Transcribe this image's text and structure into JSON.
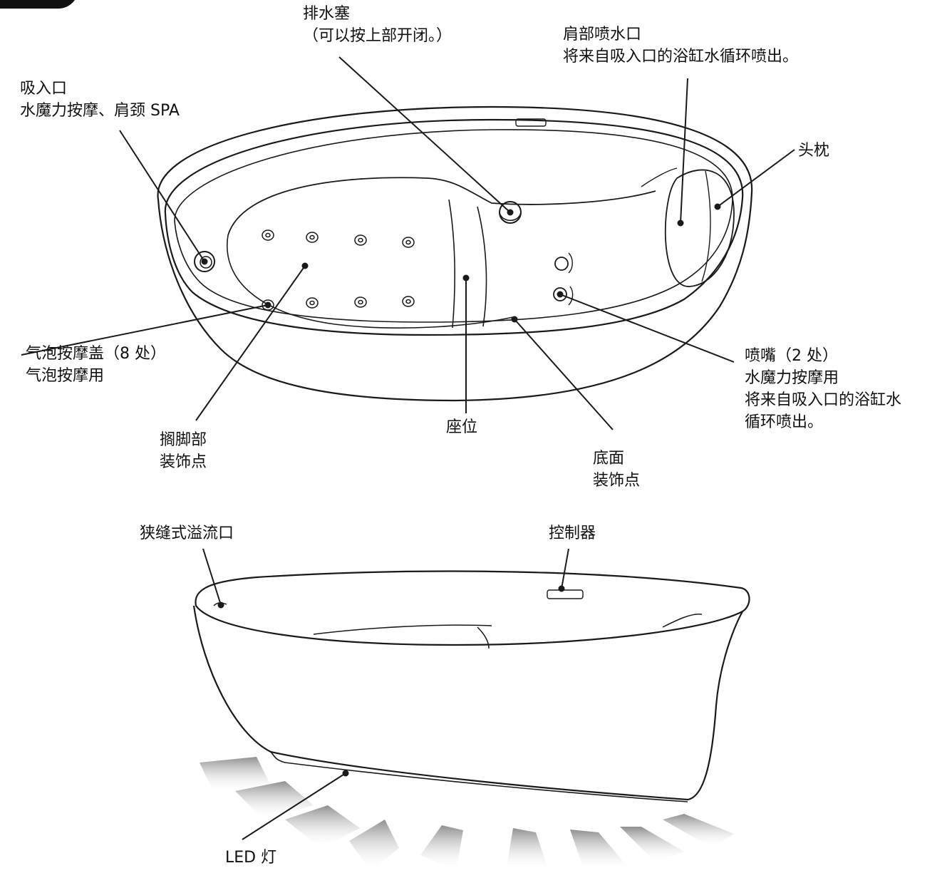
{
  "labels": {
    "drain_stopper": [
      "排水塞",
      "（可以按上部开闭。）"
    ],
    "shoulder_outlet": [
      "肩部喷水口",
      "将来自吸入口的浴缸水循环喷出。"
    ],
    "suction_inlet": [
      "吸入口",
      "水魔力按摩、肩颈 SPA"
    ],
    "headrest": [
      "头枕"
    ],
    "bubble_cover": [
      "气泡按摩盖（8 处）",
      "气泡按摩用"
    ],
    "footrest": [
      "搁脚部",
      "装饰点"
    ],
    "seat": [
      "座位"
    ],
    "bottom": [
      "底面",
      "装饰点"
    ],
    "nozzle": [
      "喷嘴（2 处）",
      "水魔力按摩用",
      "将来自吸入口的浴缸水",
      "循环喷出。"
    ],
    "overflow": [
      "狭缝式溢流口"
    ],
    "controller": [
      "控制器"
    ],
    "led": [
      "LED 灯"
    ]
  },
  "colors": {
    "line": "#1a1a1a",
    "led_light": "#9a9a9a"
  }
}
